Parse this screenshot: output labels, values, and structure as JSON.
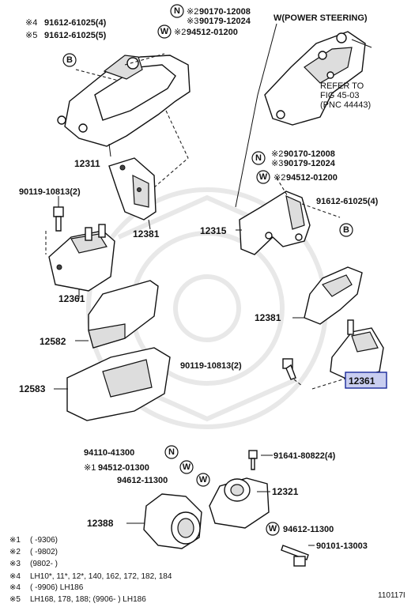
{
  "callouts": {
    "p1": "※4",
    "p2": "91612-61025(4)",
    "p3": "※5",
    "p4": "91612-61025(5)",
    "p5": "※2",
    "p6": "90170-12008",
    "p7": "※3",
    "p8": "90179-12024",
    "p9": "※2",
    "p10": "94512-01200",
    "p11": "W(POWER STEERING)",
    "p12": "REFER TO",
    "p13": "FIG 45-03",
    "p14": "(PNC 44443)",
    "p15": "12311",
    "p16": "90119-10813(2)",
    "p17": "12381",
    "p18": "12361",
    "p19": "※2",
    "p20": "90170-12008",
    "p21": "※3",
    "p22": "90179-12024",
    "p23": "※2",
    "p24": "94512-01200",
    "p25": "91612-61025(4)",
    "p26": "12315",
    "p27": "12381",
    "p28": "12582",
    "p29": "90119-10813(2)",
    "p30": "12361",
    "p31": "12583",
    "p32": "94110-41300",
    "p33": "91641-80822(4)",
    "p34": "※1",
    "p35": "94512-01300",
    "p36": "94612-11300",
    "p37": "12321",
    "p38": "12388",
    "p39": "94612-11300",
    "p40": "90101-13003"
  },
  "symbols": {
    "B": "B",
    "N": "N",
    "W": "W"
  },
  "footnotes": [
    {
      "key": "※1",
      "text": "(      -9306)"
    },
    {
      "key": "※2",
      "text": "(      -9802)"
    },
    {
      "key": "※3",
      "text": "(9802-      )"
    },
    {
      "key": "※4",
      "text": "LH10*, 11*, 12*, 140, 162, 172, 182, 184"
    },
    {
      "key": "※4",
      "text": "(      -9906) LH186"
    },
    {
      "key": "※5",
      "text": "LH168, 178, 188; (9906-      ) LH186"
    }
  ],
  "figure_id": "110117I",
  "colors": {
    "highlight_fill": "#c9cef0",
    "highlight_stroke": "#1a2a9a",
    "line": "#111111"
  }
}
